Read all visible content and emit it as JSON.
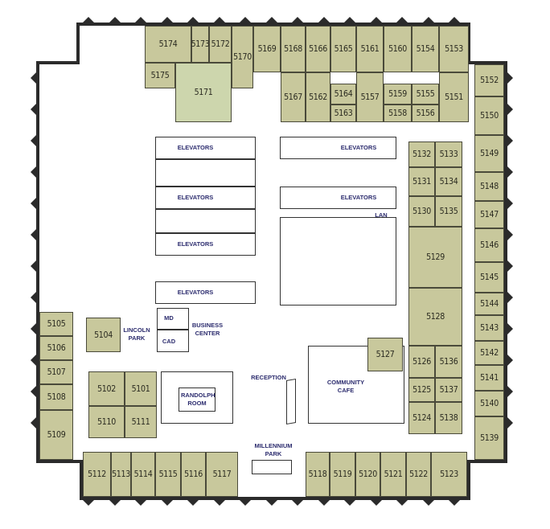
{
  "colors": {
    "office": "#c8c89c",
    "office_light": "#cdd6ad",
    "label_blue": "#2c2c6e",
    "wall": "#2b2b2b"
  },
  "rooms": [
    "5174",
    "5173",
    "5172",
    "5170",
    "5169",
    "5168",
    "5166",
    "5165",
    "5161",
    "5160",
    "5154",
    "5153",
    "5175",
    "5171",
    "5167",
    "5162",
    "5164",
    "5163",
    "5157",
    "5159",
    "5158",
    "5155",
    "5156",
    "5151",
    "5152",
    "5150",
    "5149",
    "5148",
    "5147",
    "5146",
    "5145",
    "5144",
    "5143",
    "5142",
    "5141",
    "5140",
    "5139",
    "5132",
    "5133",
    "5131",
    "5134",
    "5130",
    "5135",
    "5129",
    "5128",
    "5126",
    "5136",
    "5125",
    "5137",
    "5124",
    "5138",
    "5127",
    "5105",
    "5106",
    "5107",
    "5108",
    "5109",
    "5104",
    "5102",
    "5101",
    "5110",
    "5111",
    "5112",
    "5113",
    "5114",
    "5115",
    "5116",
    "5117",
    "5118",
    "5119",
    "5120",
    "5121",
    "5122",
    "5123"
  ],
  "spaces": {
    "elevators": [
      "ELEVATORS",
      "ELEVATORS",
      "ELEVATORS",
      "ELEVATORS",
      "ELEVATORS",
      "ELEVATORS"
    ],
    "lan": "LAN",
    "lincoln_park": "LINCOLN PARK",
    "md": "MD",
    "cad": "CAD",
    "business_center": "BUSINESS CENTER",
    "reception": "RECEPTION",
    "randolph_room": "RANDOLPH ROOM",
    "community_cafe": "COMMUNITY CAFE",
    "millennium_park": "MILLENNIUM PARK"
  }
}
